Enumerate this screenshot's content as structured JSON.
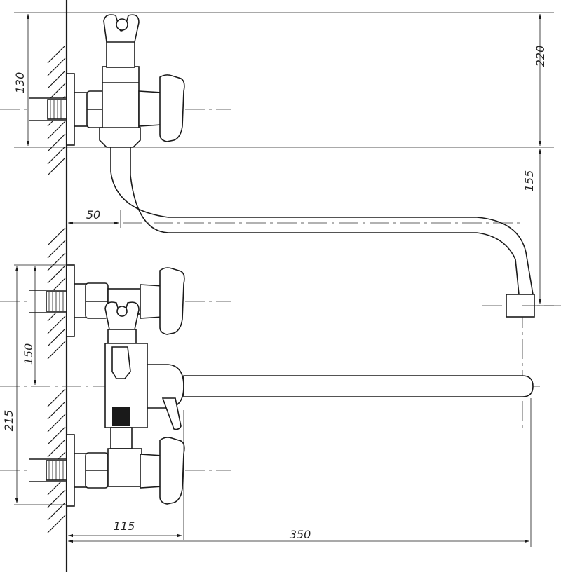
{
  "dimensions": {
    "d220": "220",
    "d130": "130",
    "d155": "155",
    "d50": "50",
    "d150": "150",
    "d215": "215",
    "d115": "115",
    "d350": "350"
  }
}
